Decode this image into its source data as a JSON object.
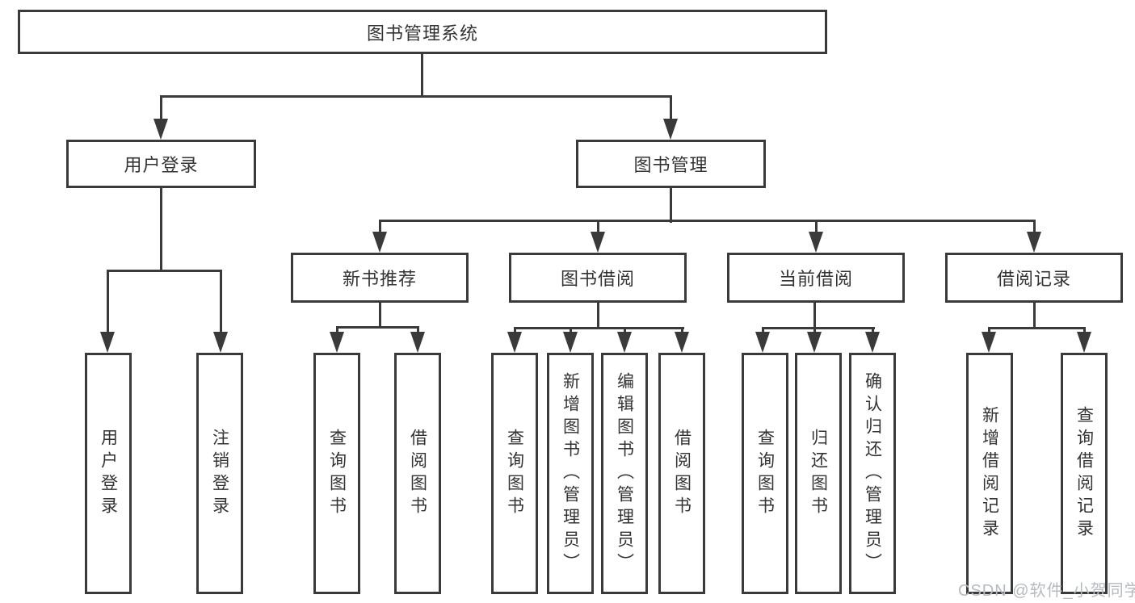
{
  "diagram": {
    "root": {
      "label": "图书管理系统"
    },
    "children": [
      {
        "label": "用户登录",
        "children": [
          {
            "label": "用户登录"
          },
          {
            "label": "注销登录"
          }
        ]
      },
      {
        "label": "图书管理",
        "children": [
          {
            "label": "新书推荐",
            "children": [
              {
                "label": "查询图书"
              },
              {
                "label": "借阅图书"
              }
            ]
          },
          {
            "label": "图书借阅",
            "children": [
              {
                "label": "查询图书"
              },
              {
                "label": "新增图书（管理员）"
              },
              {
                "label": "编辑图书（管理员）"
              },
              {
                "label": "借阅图书"
              }
            ]
          },
          {
            "label": "当前借阅",
            "children": [
              {
                "label": "查询图书"
              },
              {
                "label": "归还图书"
              },
              {
                "label": "确认归还（管理员）"
              }
            ]
          },
          {
            "label": "借阅记录",
            "children": [
              {
                "label": "新增借阅记录"
              },
              {
                "label": "查询借阅记录"
              }
            ]
          }
        ]
      }
    ]
  },
  "watermark": "CSDN @软件_小贺同学",
  "colors": {
    "line": "#3a3a3a",
    "text": "#333333",
    "box_background": "#ffffff",
    "watermark": "#b6bac1",
    "background": "#ffffff"
  }
}
